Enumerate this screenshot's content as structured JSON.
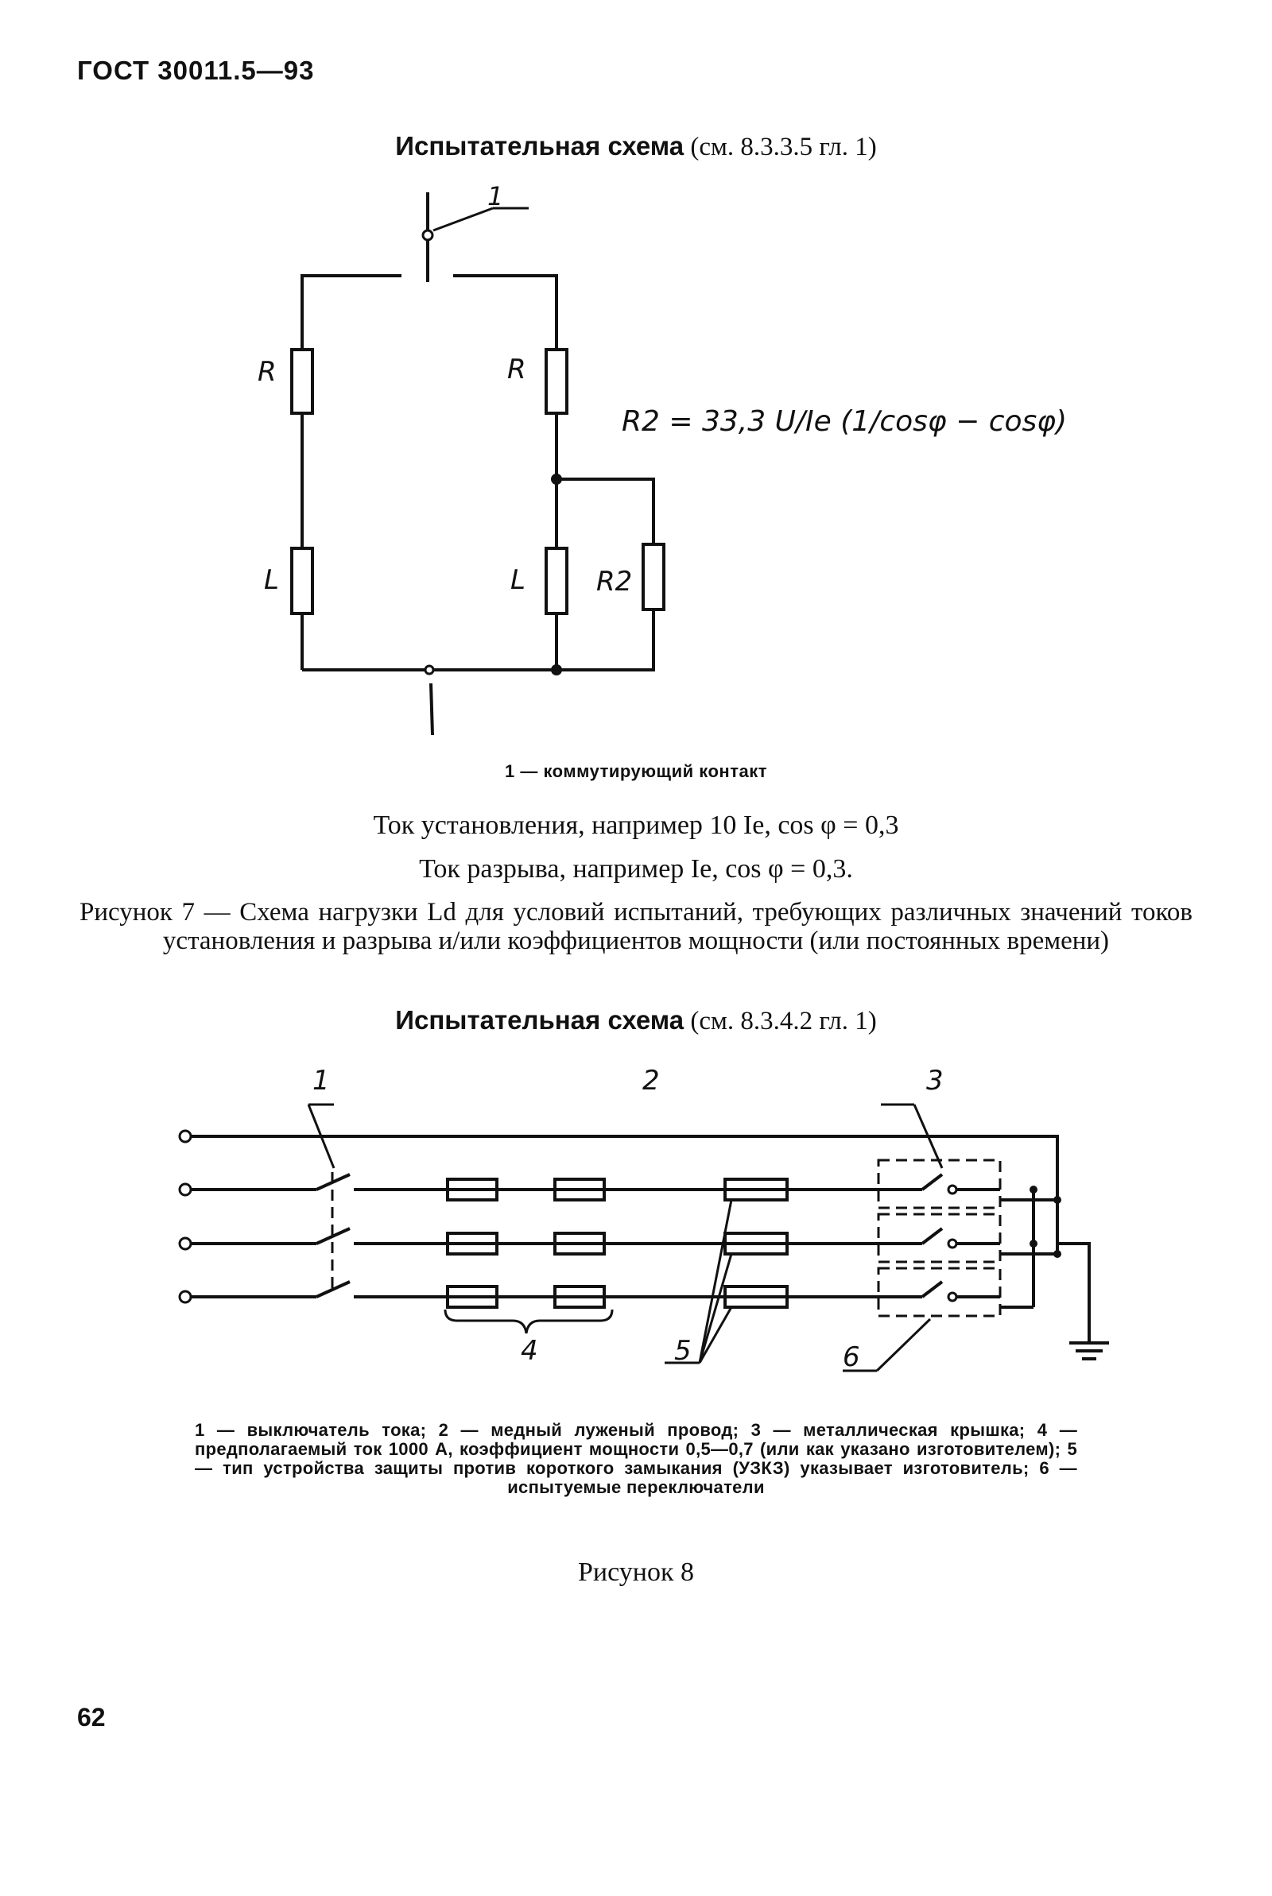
{
  "header": "ГОСТ 30011.5—93",
  "scheme1": {
    "title_bold": "Испытательная схема",
    "title_ref": "(см. 8.3.3.5 гл. 1)",
    "labels": {
      "contact_num": "1",
      "r_left": "R",
      "r_right": "R",
      "l_left": "L",
      "l_right": "L",
      "r2": "R2"
    },
    "formula": "R2 = 33,3 U/Ie (1/cosφ − cosφ)",
    "caption": "1 — коммутирующий контакт",
    "line1": "Ток установления, например 10 Iе, cos φ = 0,3",
    "line2": "Ток разрыва, например Iе, cos φ = 0,3.",
    "figure": "Рисунок 7 — Схема нагрузки Ld для условий испытаний, требующих различных значений токов установления и разрыва и/или коэффициентов мощности (или постоянных времени)"
  },
  "scheme2": {
    "title_bold": "Испытательная схема",
    "title_ref": "(см. 8.3.4.2 гл. 1)",
    "callouts": [
      "1",
      "2",
      "3",
      "4",
      "5",
      "6"
    ],
    "legend": "1 — выключатель тока; 2 — медный луженый провод; 3 — металлическая крышка; 4 — предполагаемый ток 1000 А, коэффициент мощности 0,5—0,7 (или как указано изготовителем); 5 — тип устройства защиты против короткого замыкания (УЗКЗ) указывает изготовитель; 6 — испытуемые переключатели",
    "figure": "Рисунок 8"
  },
  "page_number": "62"
}
